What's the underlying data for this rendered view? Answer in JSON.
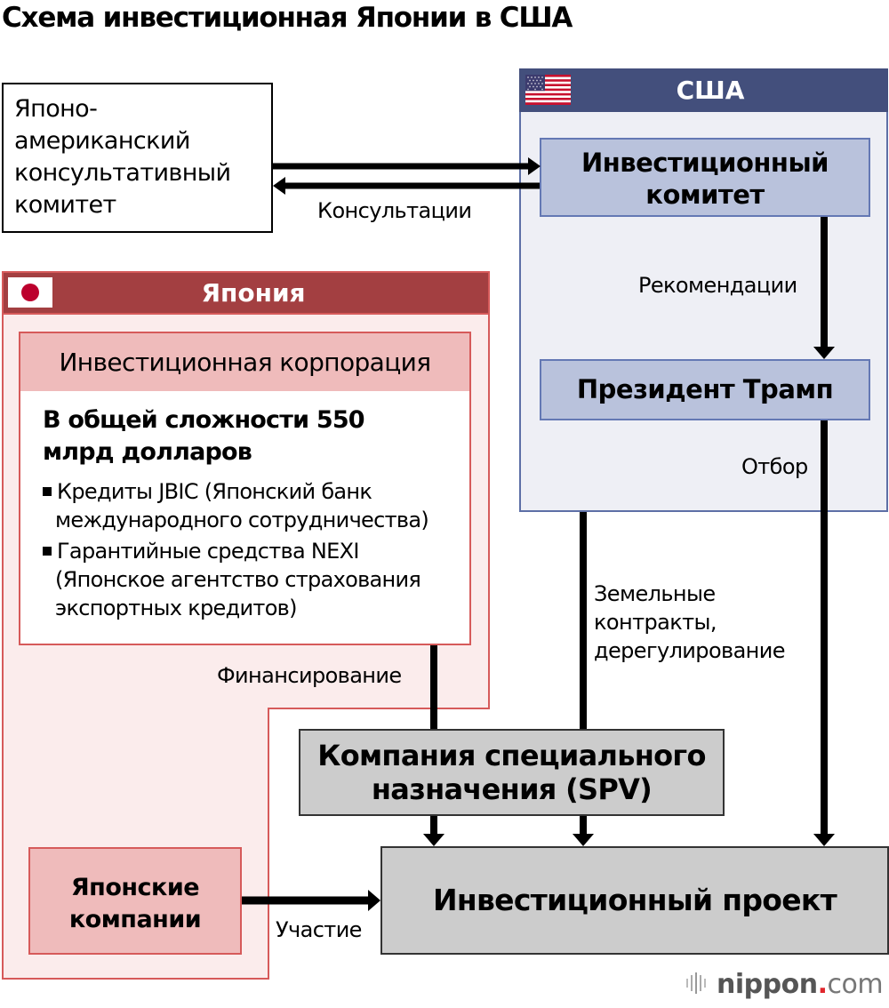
{
  "title": "Схема инвестиционная Японии в США",
  "consult_committee": {
    "lines": [
      "Японо-",
      "американский",
      "консультативный",
      "комитет"
    ]
  },
  "usa": {
    "title": "США",
    "flag_icon": "us-flag-icon",
    "investment_committee": [
      "Инвестиционный",
      "комитет"
    ],
    "president": "Президент Трамп"
  },
  "japan": {
    "title": "Япония",
    "flag_icon": "japan-flag-icon",
    "corporation_header": "Инвестиционная корпорация",
    "total": [
      "В общей сложности 550",
      "млрд долларов"
    ],
    "items": [
      {
        "first": "Кредиты JBIC (Японский банк",
        "rest": [
          "международного сотрудничества)"
        ]
      },
      {
        "first": "Гарантийные средства NEXI",
        "rest": [
          "(Японское агентство страхования",
          "экспортных кредитов)"
        ]
      }
    ],
    "companies": [
      "Японские",
      "компании"
    ]
  },
  "spv": [
    "Компания специального",
    "назначения (SPV)"
  ],
  "project": "Инвестиционный проект",
  "labels": {
    "consultations": "Консультации",
    "recommendations": "Рекомендации",
    "selection": "Отбор",
    "land": [
      "Земельные",
      "контракты,",
      "дерегулирование"
    ],
    "financing": "Финансирование",
    "participation": "Участие"
  },
  "logo": {
    "name": "nippon",
    "dot": ".",
    "tld": "com"
  },
  "colors": {
    "usa_header": "#434f7c",
    "usa_bg": "#eeeff5",
    "usa_box": "#b9c2dc",
    "japan_header": "#a33f41",
    "japan_bg": "#fbecec",
    "japan_box": "#efbbbb",
    "gray_box": "#cccccc"
  }
}
